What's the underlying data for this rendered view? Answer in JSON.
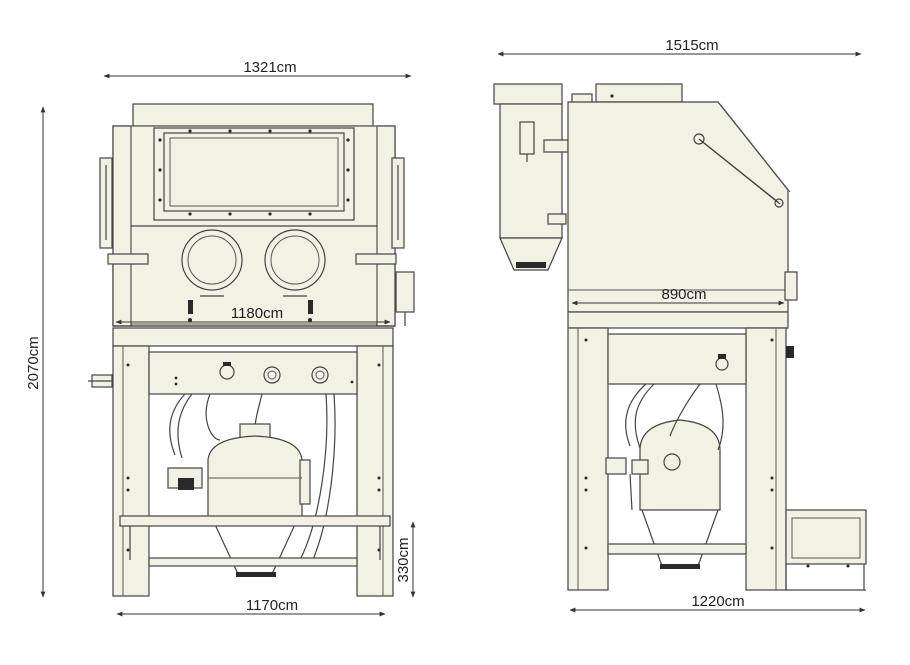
{
  "dimensions": {
    "front_overall_width": "1321cm",
    "front_window_width": "1180cm",
    "front_base_width": "1170cm",
    "overall_height": "2070cm",
    "foot_height": "330cm",
    "side_overall_width": "1515cm",
    "side_cabinet_width": "890cm",
    "side_base_width": "1220cm"
  },
  "colors": {
    "body_fill": "#f3f1e4",
    "line": "#444444"
  }
}
